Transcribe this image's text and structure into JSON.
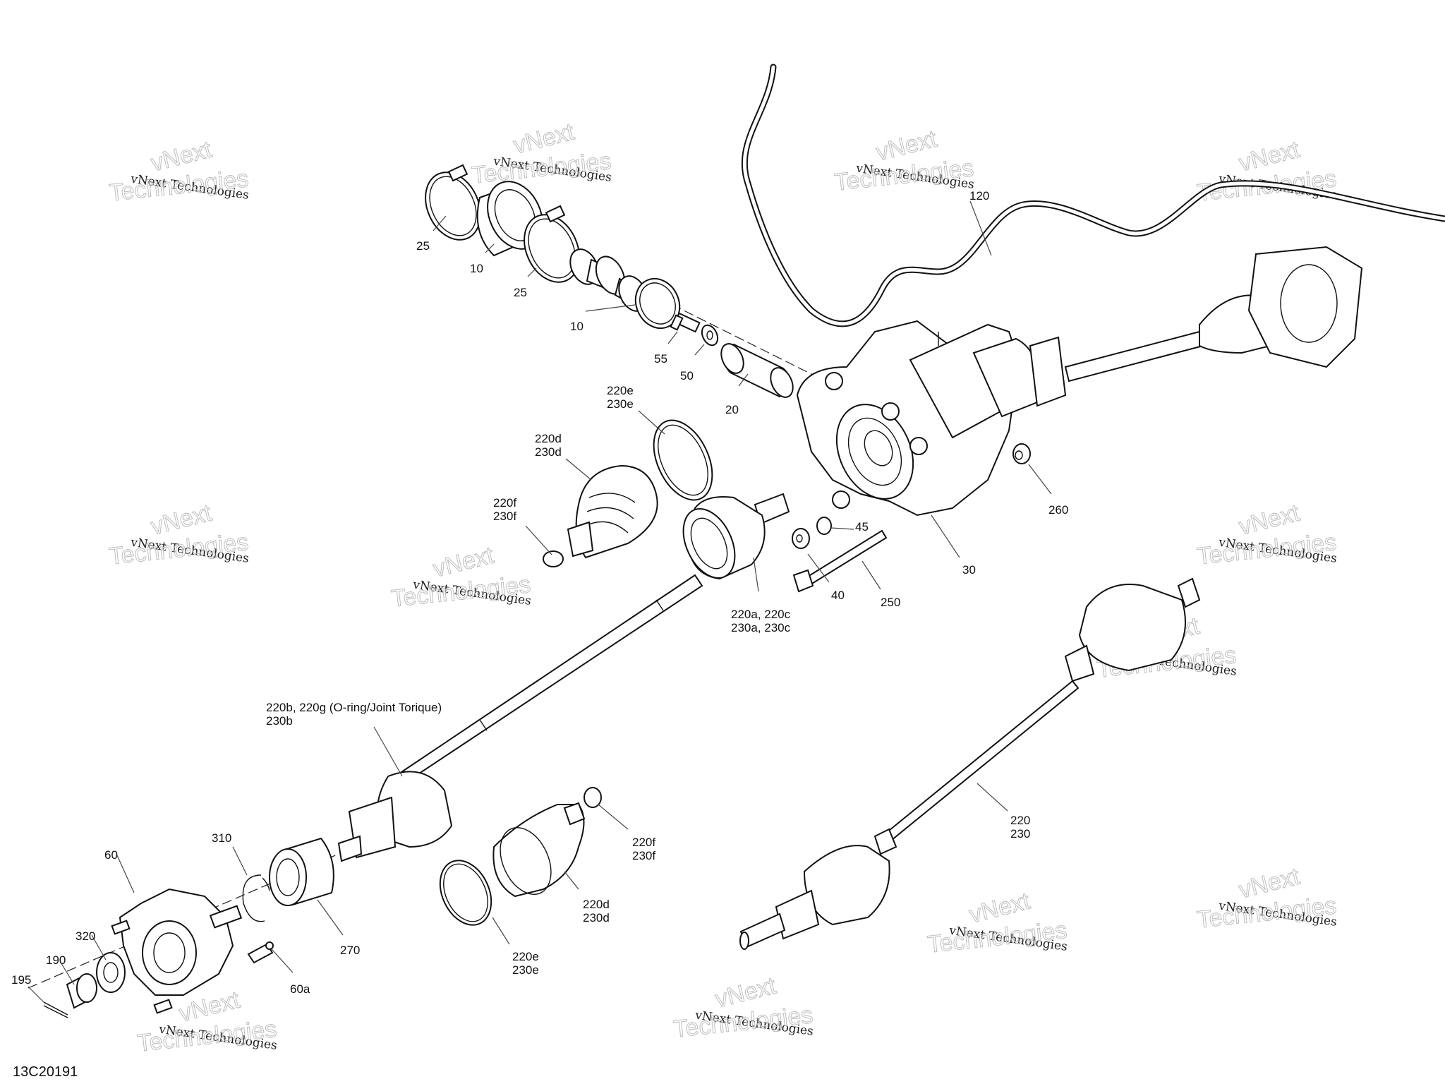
{
  "diagram": {
    "id": "13C20191",
    "watermark": {
      "line1": "vNext Technologies",
      "outline_top": "vNext",
      "outline_bottom": "Technologies"
    },
    "callouts": {
      "c25a": [
        "25"
      ],
      "c10a": [
        "10"
      ],
      "c25b": [
        "25"
      ],
      "c10b": [
        "10"
      ],
      "c55": [
        "55"
      ],
      "c50": [
        "50"
      ],
      "c20": [
        "20"
      ],
      "c120": [
        "120"
      ],
      "c220e_top": [
        "220e",
        "230e"
      ],
      "c220d_top": [
        "220d",
        "230d"
      ],
      "c220f_top": [
        "220f",
        "230f"
      ],
      "c260": [
        "260"
      ],
      "c45": [
        "45"
      ],
      "c30": [
        "30"
      ],
      "c40": [
        "40"
      ],
      "c250": [
        "250"
      ],
      "c220a": [
        "220a, 220c",
        "230a, 230c"
      ],
      "c220b": [
        "220b, 220g (O-ring/Joint Torique)",
        "230b"
      ],
      "c220f_bot": [
        "220f",
        "230f"
      ],
      "c220d_bot": [
        "220d",
        "230d"
      ],
      "c220e_bot": [
        "220e",
        "230e"
      ],
      "c220": [
        "220",
        "230"
      ],
      "c310": [
        "310"
      ],
      "c60": [
        "60"
      ],
      "c270": [
        "270"
      ],
      "c60a": [
        "60a"
      ],
      "c320": [
        "320"
      ],
      "c190": [
        "190"
      ],
      "c195": [
        "195"
      ]
    }
  }
}
